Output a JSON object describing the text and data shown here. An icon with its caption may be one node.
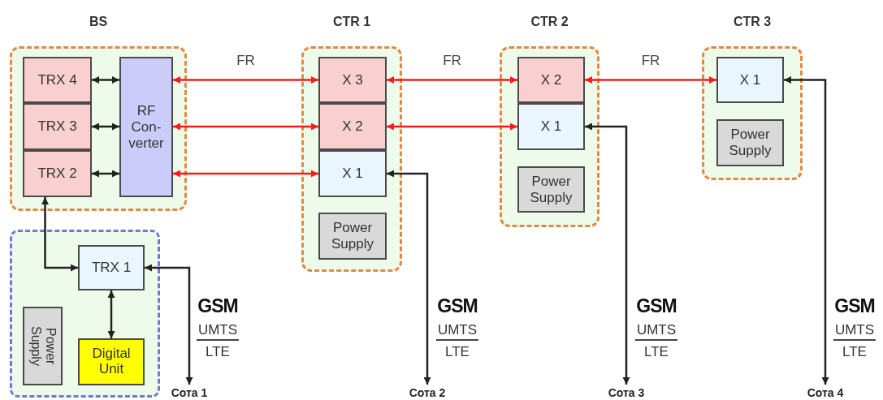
{
  "diagram": {
    "nodes": [
      {
        "text": [
          "BS"
        ]
      },
      {
        "text": [
          "TRX 4"
        ],
        "in": 0
      },
      {
        "text": [
          "TRX 3"
        ],
        "in": 0
      },
      {
        "text": [
          "TRX 2"
        ],
        "in": 0
      },
      {
        "text": [
          "RF Con- verter"
        ],
        "in": 0
      },
      {
        "text": [],
        "shape": "box"
      },
      {
        "text": [
          "TRX 1"
        ],
        "in": 5
      },
      {
        "text": [
          "Power Supply"
        ],
        "in": 5
      },
      {
        "text": [
          "Digital Unit"
        ],
        "in": 5
      },
      {
        "text": [
          "CTR 1"
        ]
      },
      {
        "text": [
          "X 3"
        ],
        "in": 9
      },
      {
        "text": [
          "X 2"
        ],
        "in": 9
      },
      {
        "text": [
          "X 1"
        ],
        "in": 9
      },
      {
        "text": [
          "Power Supply"
        ],
        "in": 9
      },
      {
        "text": [
          "CTR 2"
        ]
      },
      {
        "text": [
          "X 2"
        ],
        "in": 14
      },
      {
        "text": [
          "X 1"
        ],
        "in": 14
      },
      {
        "text": [
          "Power Supply"
        ],
        "in": 14
      },
      {
        "text": [
          "CTR 3"
        ]
      },
      {
        "text": [
          "X 1"
        ],
        "in": 18
      },
      {
        "text": [
          "Power Supply"
        ],
        "in": 18
      },
      {
        "text": [
          "Сота 1"
        ]
      },
      {
        "text": [
          "Сота 2"
        ]
      },
      {
        "text": [
          "Сота 3"
        ]
      },
      {
        "text": [
          "Сота 4"
        ]
      }
    ],
    "edges": [
      {
        "from": 1,
        "to": 4,
        "arrow": "both"
      },
      {
        "from": 2,
        "to": 4,
        "arrow": "both"
      },
      {
        "from": 3,
        "to": 4,
        "arrow": "both"
      },
      {
        "from": 4,
        "to": 10,
        "arrow": "both",
        "color": "#ff1a1a",
        "label": "FR"
      },
      {
        "from": 4,
        "to": 11,
        "arrow": "both",
        "color": "#ff1a1a"
      },
      {
        "from": 4,
        "to": 12,
        "arrow": "both",
        "color": "#ff1a1a"
      },
      {
        "from": 10,
        "to": 15,
        "arrow": "both",
        "color": "#ff1a1a",
        "label": "FR"
      },
      {
        "from": 11,
        "to": 16,
        "arrow": "both",
        "color": "#ff1a1a"
      },
      {
        "from": 15,
        "to": 19,
        "arrow": "both",
        "color": "#ff1a1a",
        "label": "FR"
      },
      {
        "from": 3,
        "to": 6,
        "arrow": "both"
      },
      {
        "from": 6,
        "to": 8,
        "arrow": "both"
      },
      {
        "from": 6,
        "to": 21,
        "arrow": "both"
      },
      {
        "from": 12,
        "to": 22,
        "arrow": "both"
      },
      {
        "from": 16,
        "to": 23,
        "arrow": "both"
      },
      {
        "from": 19,
        "to": 24,
        "arrow": "both"
      }
    ],
    "labels": [
      "GSM",
      "UMTS",
      "LTE",
      "GSM",
      "UMTS",
      "LTE",
      "GSM",
      "UMTS",
      "LTE",
      "GSM",
      "UMTS",
      "LTE"
    ]
  }
}
